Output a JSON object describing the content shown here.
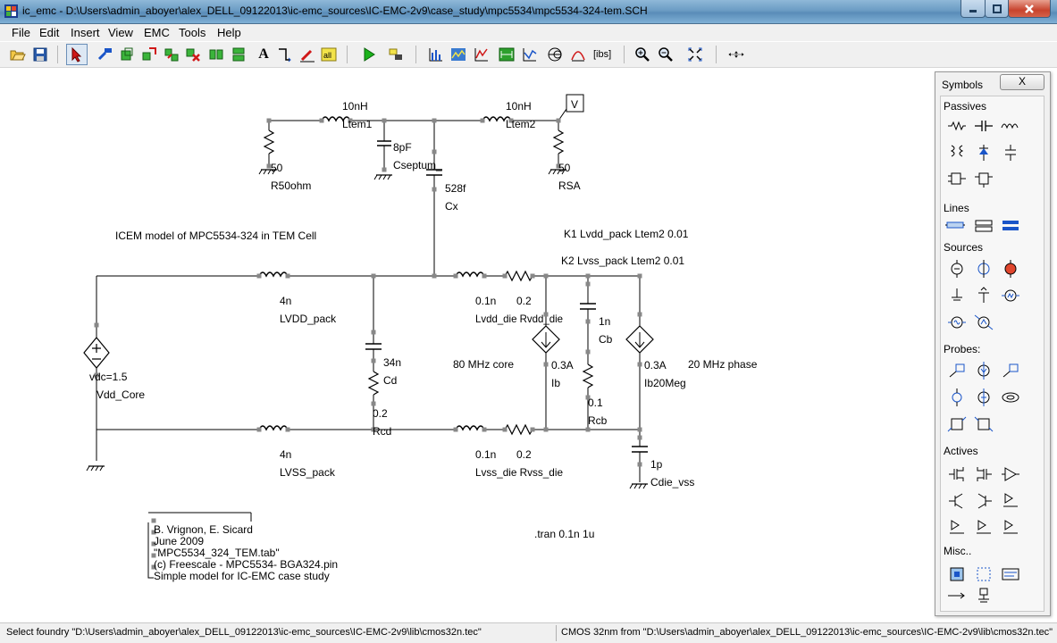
{
  "window": {
    "title": "ic_emc - D:\\Users\\admin_aboyer\\alex_DELL_09122013\\ic-emc_sources\\IC-EMC-2v9\\case_study\\mpc5534\\mpc5534-324-tem.SCH"
  },
  "menu": [
    "File",
    "Edit",
    "Insert",
    "View",
    "EMC",
    "Tools",
    "Help"
  ],
  "toolbar": {
    "text_tool": "A",
    "ibs_tool": "[ibs]"
  },
  "schematic": {
    "ltem1_value": "10nH",
    "ltem1_name": "Ltem1",
    "ltem2_value": "10nH",
    "ltem2_name": "Ltem2",
    "r50_value": "50",
    "r50_name": "R50ohm",
    "rsa_value": "50",
    "rsa_name": "RSA",
    "cseptum_value": "8pF",
    "cseptum_name": "Cseptum_",
    "cx_value": "528f",
    "cx_name": "Cx",
    "probe_label": "V",
    "title_note": "ICEM model of MPC5534-324 in TEM Cell",
    "k1": "K1 Lvdd_pack Ltem2 0.01",
    "k2": "K2 Lvss_pack Ltem2 0.01",
    "lvdd_pack_value": "4n",
    "lvdd_pack_name": "LVDD_pack",
    "lvdd_die_value": "0.1n",
    "rvdd_die_value": "0.2",
    "vdd_die_name": "Lvdd_die Rvdd_die",
    "cb_value": "1n",
    "cb_name": "Cb",
    "rcb_value": "0.1",
    "rcb_name": "Rcb",
    "cd_value": "34n",
    "cd_name": "Cd",
    "rcd_value": "0.2",
    "rcd_name": "Rcd",
    "vdd_core_value": "vdc=1.5",
    "vdd_core_name": "Vdd_Core",
    "core_note": "80 MHz core",
    "ib_value": "0.3A",
    "ib_name": "Ib",
    "ib20_value": "0.3A",
    "ib20_name": "Ib20Meg",
    "phase_note": "20 MHz phase",
    "lvss_pack_value": "4n",
    "lvss_pack_name": "LVSS_pack",
    "lvss_die_value": "0.1n",
    "rvss_die_value": "0.2",
    "vss_die_name": "Lvss_die Rvss_die",
    "cdie_value": "1p",
    "cdie_name": "Cdie_vss",
    "tran": ".tran 0.1n 1u",
    "notes": [
      "B. Vrignon, E. Sicard",
      "June 2009",
      "\"MPC5534_324_TEM.tab\"",
      "(c) Freescale - MPC5534- BGA324.pin",
      "Simple model for IC-EMC case study"
    ]
  },
  "symbols_panel": {
    "title": "Symbols",
    "close_label": "X",
    "categories": [
      "Passives",
      "Lines",
      "Sources",
      "Probes:",
      "Actives",
      "Misc.."
    ]
  },
  "status": {
    "left": "Select foundry \"D:\\Users\\admin_aboyer\\alex_DELL_09122013\\ic-emc_sources\\IC-EMC-2v9\\lib\\cmos32n.tec\"",
    "right": "CMOS 32nm from \"D:\\Users\\admin_aboyer\\alex_DELL_09122013\\ic-emc_sources\\IC-EMC-2v9\\lib\\cmos32n.tec\""
  }
}
